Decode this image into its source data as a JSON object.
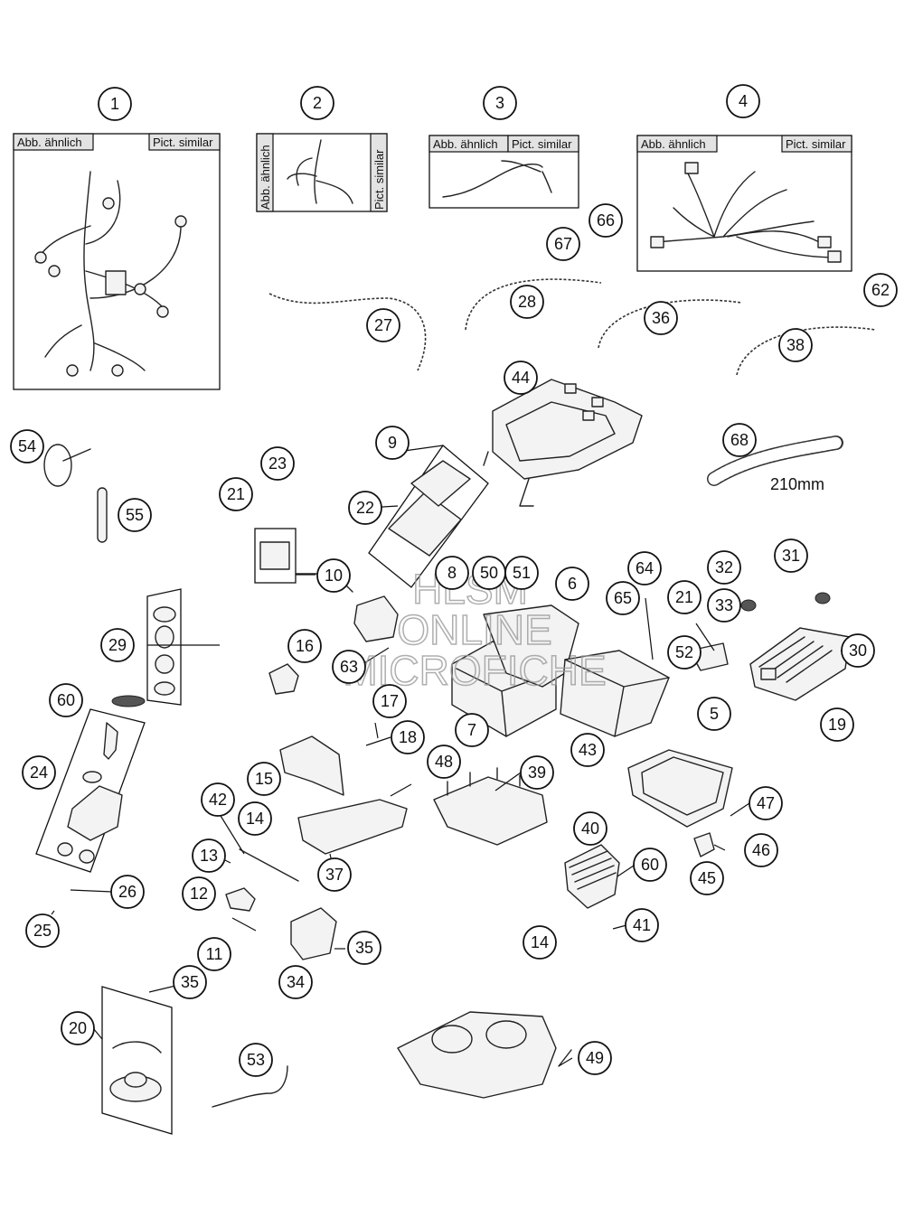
{
  "labels": {
    "similar_de": "Abb. ähnlich",
    "similar_en": "Pict. similar",
    "length_68": "210mm"
  },
  "watermark": {
    "line1": "HLSM",
    "line2": "ONLINE",
    "line3": "MICROFICHE"
  },
  "callouts": [
    "1",
    "2",
    "3",
    "4",
    "9",
    "10",
    "16",
    "20",
    "21",
    "22",
    "23",
    "24",
    "25",
    "26",
    "27",
    "28",
    "29",
    "30",
    "31",
    "32",
    "33",
    "34",
    "35",
    "36",
    "37",
    "38",
    "39",
    "40",
    "41",
    "42",
    "43",
    "44",
    "45",
    "46",
    "47",
    "48",
    "49",
    "50",
    "51",
    "52",
    "53",
    "54",
    "55",
    "60",
    "62",
    "63",
    "64",
    "65",
    "66",
    "67",
    "68",
    "5",
    "6",
    "7",
    "8",
    "11",
    "12",
    "13",
    "14",
    "15",
    "17",
    "18",
    "19"
  ]
}
